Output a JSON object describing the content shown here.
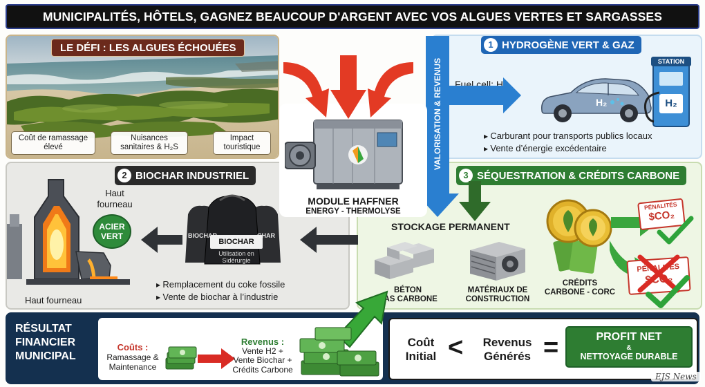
{
  "title": "MUNICIPALITÉS, HÔTELS, GAGNEZ BEAUCOUP D'ARGENT AVEC VOS ALGUES VERTES ET SARGASSES",
  "defi": {
    "heading": "LE DÉFI : LES ALGUES ÉCHOUÉES",
    "notes": [
      {
        "line1": "Coût de ramassage",
        "line2": "élevé"
      },
      {
        "line1": "Nuisances",
        "line2": "sanitaires & H₂S"
      },
      {
        "line1": "Impact",
        "line2": "touristique"
      }
    ]
  },
  "module": {
    "name": "MODULE HAFFNER",
    "subtitle": "ENERGY - THERMOLYSE"
  },
  "vertical_label": "VALORISATION & REVENUS",
  "hydrogen": {
    "number": "1",
    "heading": "HYDROGÈNE VERT & GAZ",
    "fuel_cell": "Fuel cell: H2",
    "station": "STATION",
    "car_badge": "H₂",
    "pump_badge": "H₂",
    "bullets": [
      "Carburant pour transports publics locaux",
      "Vente d’énergie excédentaire"
    ]
  },
  "biochar": {
    "number": "2",
    "heading": "BIOCHAR INDUSTRIEL",
    "haut_fourneau_top": "Haut fourneau",
    "haut_fourneau_bottom": "Haut fourneau",
    "acier_vert": "ACIER VERT",
    "bag_main": "BIOCHAR",
    "bag_sub": "Utilisation en Sidérurgie",
    "bag_left": "BIOCHAR",
    "bag_right": "CHAR",
    "bullets": [
      "Remplacement du coke fossile",
      "Vente de biochar à l’industrie"
    ]
  },
  "sequestration": {
    "number": "3",
    "heading": "SÉQUESTRATION & CRÉDITS CARBONE",
    "stockage": "STOCKAGE PERMANENT",
    "items": [
      {
        "line1": "BÉTON",
        "line2": "BAS CARBONE"
      },
      {
        "line1": "MATÉRIAUX DE",
        "line2": "CONSTRUCTION"
      },
      {
        "line1": "CRÉDITS",
        "line2": "CARBONE - CORC"
      }
    ],
    "penalty1_line1": "PÉNALITÉS",
    "penalty1_line2": "$CO₂",
    "penalty2_line1": "PÉNALITÉS",
    "penalty2_line2": "$CO₂"
  },
  "resultat": {
    "heading_lines": [
      "RÉSULTAT",
      "FINANCIER",
      "MUNICIPAL"
    ],
    "couts_label": "Coûts :",
    "couts_lines": [
      "Ramassage &",
      "Maintenance"
    ],
    "revenus_label": "Revenus :",
    "revenus_lines": [
      "Vente H2 +",
      "Vente Biochar +",
      "Crédits Carbone"
    ],
    "equation": {
      "left_lines": [
        "Coût",
        "Initial"
      ],
      "lt": "<",
      "middle_lines": [
        "Revenus",
        "Générés"
      ],
      "eq": "=",
      "profit": "PROFIT NET",
      "amp": "&",
      "nettoyage": "NETTOYAGE DURABLE"
    }
  },
  "watermark": "EJS News",
  "colors": {
    "defi_tag": "#6b2a1c",
    "hydro_tag": "#1f66b5",
    "biochar_tag": "#2a2a2a",
    "seq_tag": "#2e7d32",
    "flow_red": "#e33a24",
    "flow_blue": "#2a7fd0",
    "flow_dark": "#2f3236",
    "profit_green": "#2e7d32"
  }
}
